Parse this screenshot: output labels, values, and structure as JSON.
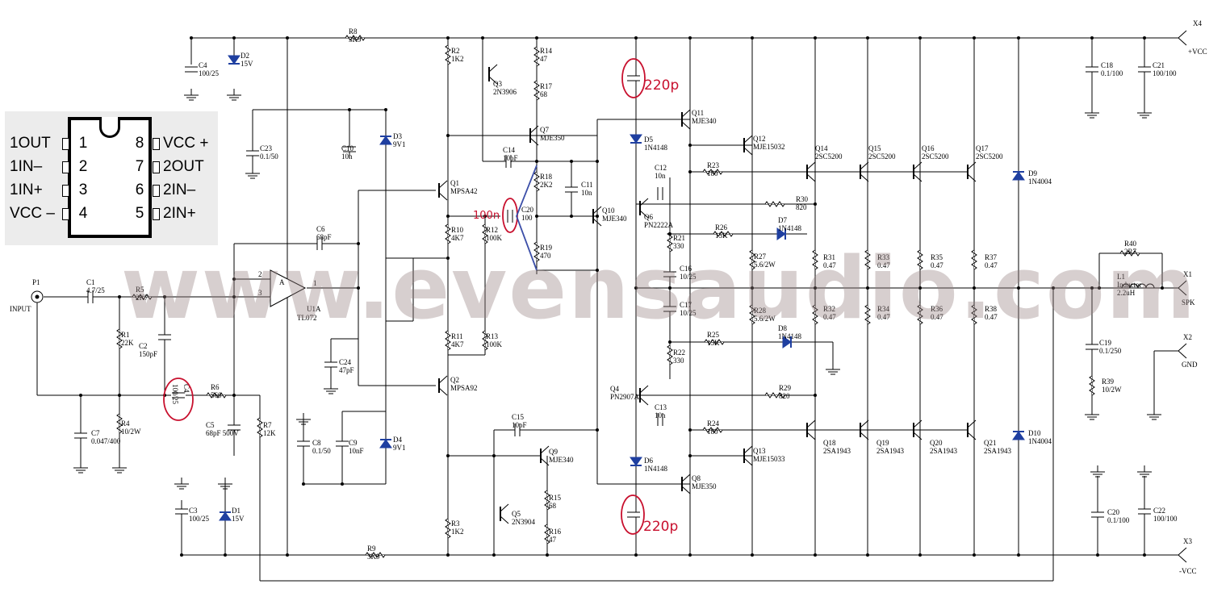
{
  "watermark": "www.evensaudio.com",
  "pinout": {
    "pins": [
      {
        "left_label": "1OUT",
        "left_num": "1",
        "right_num": "8",
        "right_label": "VCC +"
      },
      {
        "left_label": "1IN–",
        "left_num": "2",
        "right_num": "7",
        "right_label": "2OUT"
      },
      {
        "left_label": "1IN+",
        "left_num": "3",
        "right_num": "6",
        "right_label": "2IN–"
      },
      {
        "left_label": "VCC –",
        "left_num": "4",
        "right_num": "5",
        "right_label": "2IN+"
      }
    ]
  },
  "annotations": {
    "cap_top": "220p",
    "cap_bottom": "220p",
    "cap_mid": "100n"
  },
  "connectors": {
    "input": [
      "P1",
      "INPUT"
    ],
    "x4": [
      "X4",
      "+VCC"
    ],
    "x1": [
      "X1",
      "SPK"
    ],
    "x2": [
      "X2",
      "GND"
    ],
    "x3": [
      "X3",
      "-VCC"
    ]
  },
  "opamp": {
    "pin2": "2",
    "pin3": "3",
    "pin1": "1",
    "name": "U1A",
    "part": "TL072",
    "label": "A"
  },
  "components": {
    "R8": [
      "R8",
      "3K9"
    ],
    "R9": [
      "R9",
      "3K9"
    ],
    "C4": [
      "C4",
      "100/25"
    ],
    "D2": [
      "D2",
      "15V"
    ],
    "C3": [
      "C3",
      "100/25"
    ],
    "D1": [
      "D1",
      "15V"
    ],
    "C23": [
      "C23",
      "0.1/50"
    ],
    "C10": [
      "C10",
      "10n"
    ],
    "D3": [
      "D3",
      "9V1"
    ],
    "C6": [
      "C6",
      "68pF"
    ],
    "C1": [
      "C1",
      "4.7/25"
    ],
    "R5": [
      "R5",
      "2K7"
    ],
    "R1": [
      "R1",
      "22K"
    ],
    "C2": [
      "C2",
      "150pF"
    ],
    "R4": [
      "R4",
      "10/2W"
    ],
    "C7": [
      "C7",
      "0.047/400"
    ],
    "R6": [
      "R6",
      "560"
    ],
    "C4b": [
      "C4",
      "100/25"
    ],
    "C5": [
      "C5",
      "68pF 500V"
    ],
    "R7": [
      "R7",
      "12K"
    ],
    "C24": [
      "C24",
      "47pF"
    ],
    "C8": [
      "C8",
      "0.1/50"
    ],
    "C9": [
      "C9",
      "10nF"
    ],
    "D4": [
      "D4",
      "9V1"
    ],
    "R2": [
      "R2",
      "1K2"
    ],
    "R3": [
      "R3",
      "1K2"
    ],
    "Q1": [
      "Q1",
      "MPSA42"
    ],
    "Q2": [
      "Q2",
      "MPSA92"
    ],
    "R10": [
      "R10",
      "4K7"
    ],
    "R11": [
      "R11",
      "4K7"
    ],
    "R12": [
      "R12",
      "100K"
    ],
    "R13": [
      "R13",
      "100K"
    ],
    "Q3": [
      "Q3",
      "2N3906"
    ],
    "R14": [
      "R14",
      "47"
    ],
    "R17": [
      "R17",
      "68"
    ],
    "Q7": [
      "Q7",
      "MJE350"
    ],
    "C14": [
      "C14",
      "10pF"
    ],
    "R18": [
      "R18",
      "2K2"
    ],
    "C20": [
      "C20",
      "100"
    ],
    "R19": [
      "R19",
      "470"
    ],
    "C11": [
      "C11",
      "10n"
    ],
    "Q10": [
      "Q10",
      "MJE340"
    ],
    "C15": [
      "C15",
      "10pF"
    ],
    "Q9": [
      "Q9",
      "MJE340"
    ],
    "R15": [
      "R15",
      "68"
    ],
    "Q5": [
      "Q5",
      "2N3904"
    ],
    "R16": [
      "R16",
      "47"
    ],
    "Q11": [
      "Q11",
      "MJE340"
    ],
    "D5": [
      "D5",
      "1N4148"
    ],
    "Q12": [
      "Q12",
      "MJE15032"
    ],
    "R23": [
      "R23",
      "180"
    ],
    "C12": [
      "C12",
      "10n"
    ],
    "Q6": [
      "Q6",
      "PN2222A"
    ],
    "R21": [
      "R21",
      "330"
    ],
    "C16": [
      "C16",
      "10/25"
    ],
    "C17": [
      "C17",
      "10/25"
    ],
    "R22": [
      "R22",
      "330"
    ],
    "Q4": [
      "Q4",
      "PN2907A"
    ],
    "C13": [
      "C13",
      "10n"
    ],
    "D6": [
      "D6",
      "1N4148"
    ],
    "Q8": [
      "Q8",
      "MJE350"
    ],
    "R24": [
      "R24",
      "180"
    ],
    "Q13": [
      "Q13",
      "MJE15033"
    ],
    "R30": [
      "R30",
      "820"
    ],
    "R26": [
      "R26",
      "15K"
    ],
    "D7": [
      "D7",
      "1N4148"
    ],
    "R27": [
      "R27",
      "5.6/2W"
    ],
    "R28": [
      "R28",
      "5.6/2W"
    ],
    "R25": [
      "R25",
      "15K"
    ],
    "D8": [
      "D8",
      "1N4148"
    ],
    "R29": [
      "R29",
      "820"
    ],
    "Q14": [
      "Q14",
      "2SC5200"
    ],
    "Q15": [
      "Q15",
      "2SC5200"
    ],
    "Q16": [
      "Q16",
      "2SC5200"
    ],
    "Q17": [
      "Q17",
      "2SC5200"
    ],
    "Q18": [
      "Q18",
      "2SA1943"
    ],
    "Q19": [
      "Q19",
      "2SA1943"
    ],
    "Q20": [
      "Q20",
      "2SA1943"
    ],
    "Q21": [
      "Q21",
      "2SA1943"
    ],
    "R31": [
      "R31",
      "0.47"
    ],
    "R32": [
      "R32",
      "0.47"
    ],
    "R33": [
      "R33",
      "0.47"
    ],
    "R34": [
      "R34",
      "0.47"
    ],
    "R35": [
      "R35",
      "0.47"
    ],
    "R36": [
      "R36",
      "0.47"
    ],
    "R37": [
      "R37",
      "0.47"
    ],
    "R38": [
      "R38",
      "0.47"
    ],
    "D9": [
      "D9",
      "1N4004"
    ],
    "D10": [
      "D10",
      "1N4004"
    ],
    "C18": [
      "C18",
      "0.1/100"
    ],
    "C21": [
      "C21",
      "100/100"
    ],
    "C20b": [
      "C20",
      "0.1/100"
    ],
    "C22": [
      "C22",
      "100/100"
    ],
    "R40": [
      "R40",
      "2R7"
    ],
    "L1": [
      "L1",
      "Inductor",
      "2.2uH"
    ],
    "C19": [
      "C19",
      "0.1/250"
    ],
    "R39": [
      "R39",
      "10/2W"
    ]
  }
}
